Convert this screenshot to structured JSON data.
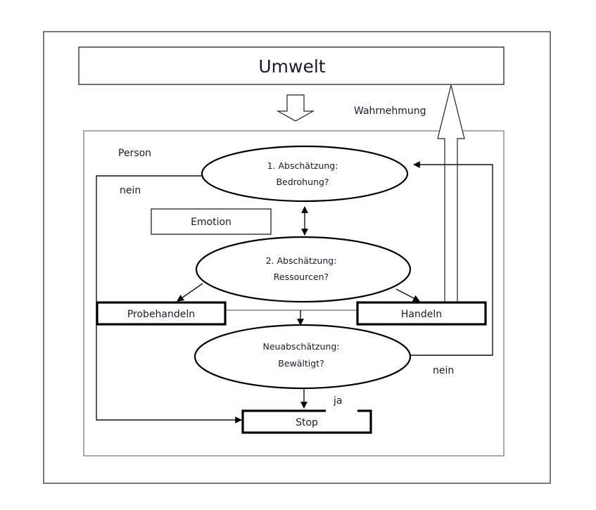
{
  "diagram": {
    "outer_frame": {},
    "environment": {
      "label": "Umwelt"
    },
    "perception": {
      "label": "Wahrnehmung"
    },
    "person": {
      "label": "Person"
    },
    "emotion": {
      "label": "Emotion"
    },
    "appraisal_1": {
      "line1": "1. Abschätzung:",
      "line2": "Bedrohung?"
    },
    "appraisal_2": {
      "line1": "2. Abschätzung:",
      "line2": "Ressourcen?"
    },
    "reappraisal": {
      "line1": "Neuabschätzung:",
      "line2": "Bewältigt?"
    },
    "trial_action": {
      "label": "Probehandeln"
    },
    "action": {
      "label": "Handeln"
    },
    "stop": {
      "label": "Stop"
    },
    "edge_labels": {
      "no_threat": "nein",
      "not_coped": "nein",
      "coped": "ja"
    }
  }
}
